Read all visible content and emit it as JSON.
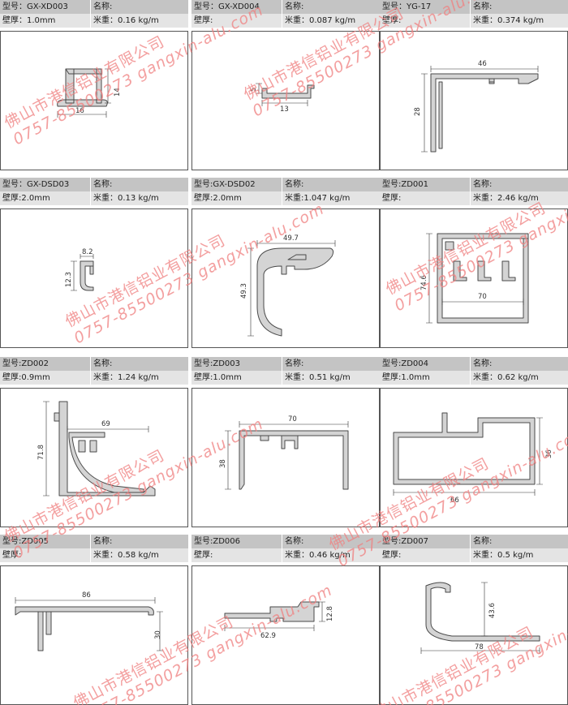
{
  "watermark": {
    "company": "佛山市港信铝业有限公司",
    "contact": "0757-85500273  gangxin-alu.com"
  },
  "cards": [
    {
      "model": "型号：GX-XD003",
      "name": "名称:",
      "thickness": "壁厚：1.0mm",
      "weight": "米重：0.16 kg/m",
      "dims": [
        "16",
        "14"
      ]
    },
    {
      "model": "型号：GX-XD004",
      "name": "名称:",
      "thickness": "壁厚:",
      "weight": "米重：0.087 kg/m",
      "dims": [
        "13",
        "5"
      ]
    },
    {
      "model": "型号：YG-17",
      "name": "名称:",
      "thickness": "壁厚:",
      "weight": "米重：0.374 kg/m",
      "dims": [
        "46",
        "28"
      ]
    },
    {
      "model": "型号：GX-DSD03",
      "name": "名称:",
      "thickness": "壁厚:2.0mm",
      "weight": "米重：0.13 kg/m",
      "dims": [
        "8.2",
        "12.3"
      ]
    },
    {
      "model": "型号:GX-DSD02",
      "name": "名称:",
      "thickness": "壁厚:2.0mm",
      "weight": "米重:1.047 kg/m",
      "dims": [
        "49.7",
        "49.3"
      ]
    },
    {
      "model": "型号:ZD001",
      "name": "名称:",
      "thickness": "壁厚:",
      "weight": "米重：2.46 kg/m",
      "dims": [
        "74.6",
        "70"
      ]
    },
    {
      "model": "型号:ZD002",
      "name": "名称:",
      "thickness": "壁厚:0.9mm",
      "weight": "米重：1.24 kg/m",
      "dims": [
        "69",
        "71.8"
      ]
    },
    {
      "model": "型号:ZD003",
      "name": "名称:",
      "thickness": "壁厚:1.0mm",
      "weight": "米重：0.51 kg/m",
      "dims": [
        "70",
        "38"
      ]
    },
    {
      "model": "型号:ZD004",
      "name": "名称:",
      "thickness": "壁厚:1.0mm",
      "weight": "米重：0.62 kg/m",
      "dims": [
        "36",
        "66"
      ]
    },
    {
      "model": "型号:ZD005",
      "name": "名称:",
      "thickness": "壁厚:",
      "weight": "米重：0.58 kg/m",
      "dims": [
        "86",
        "30"
      ]
    },
    {
      "model": "型号:ZD006",
      "name": "名称:",
      "thickness": "壁厚:",
      "weight": "米重：0.46 kg/m",
      "dims": [
        "12.8",
        "62.9"
      ]
    },
    {
      "model": "型号:ZD007",
      "name": "名称:",
      "thickness": "壁厚:",
      "weight": "米重：0.5 kg/m",
      "dims": [
        "43.6",
        "78"
      ]
    }
  ]
}
